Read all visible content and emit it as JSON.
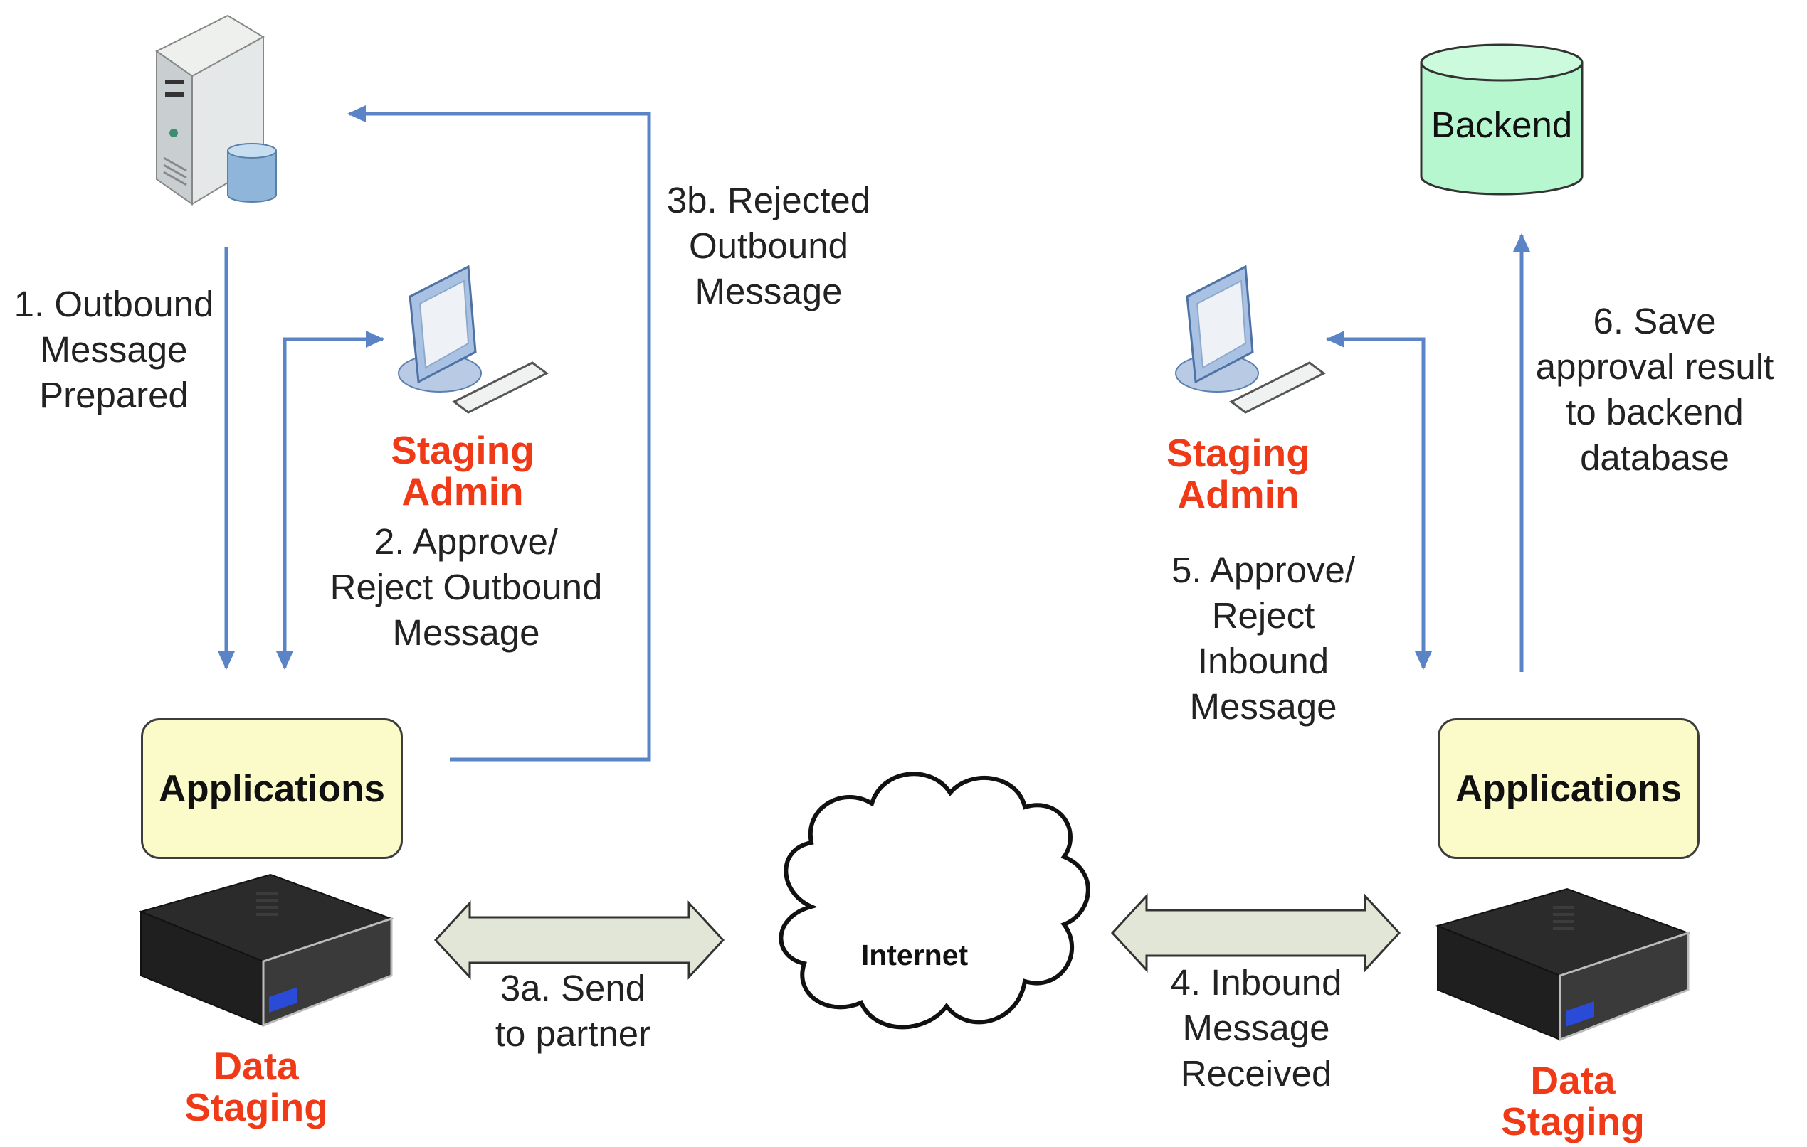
{
  "nodes": {
    "backend": "Backend",
    "internet": "Internet",
    "applications_left": "Applications",
    "applications_right": "Applications",
    "staging_admin_left": [
      "Staging",
      "Admin"
    ],
    "staging_admin_right": [
      "Staging",
      "Admin"
    ],
    "data_staging_left": [
      "Data",
      "Staging"
    ],
    "data_staging_right": [
      "Data",
      "Staging"
    ]
  },
  "steps": {
    "step1": [
      "1. Outbound",
      "Message",
      "Prepared"
    ],
    "step2": [
      "2. Approve/",
      "Reject Outbound",
      "Message"
    ],
    "step3a": [
      "3a. Send",
      "to partner"
    ],
    "step3b": [
      "3b. Rejected",
      "Outbound",
      "Message"
    ],
    "step4": [
      "4. Inbound",
      "Message",
      "Received"
    ],
    "step5": [
      "5. Approve/",
      "Reject",
      "Inbound",
      "Message"
    ],
    "step6": [
      "6. Save",
      "approval result",
      "to backend",
      "database"
    ]
  },
  "icons": {
    "server": "server-with-database-icon",
    "workstation_left": "workstation-computer-icon",
    "workstation_right": "workstation-computer-icon",
    "staging_device_left": "staging-appliance-icon",
    "staging_device_right": "staging-appliance-icon",
    "database": "database-cylinder-icon",
    "cloud": "cloud-icon"
  },
  "colors": {
    "arrow": "#5a84c6",
    "red_label": "#f03a17",
    "app_box": "#fbfbc9",
    "backend_fill": "#b6f7cf",
    "double_arrow_fill": "#e2e6d6"
  }
}
